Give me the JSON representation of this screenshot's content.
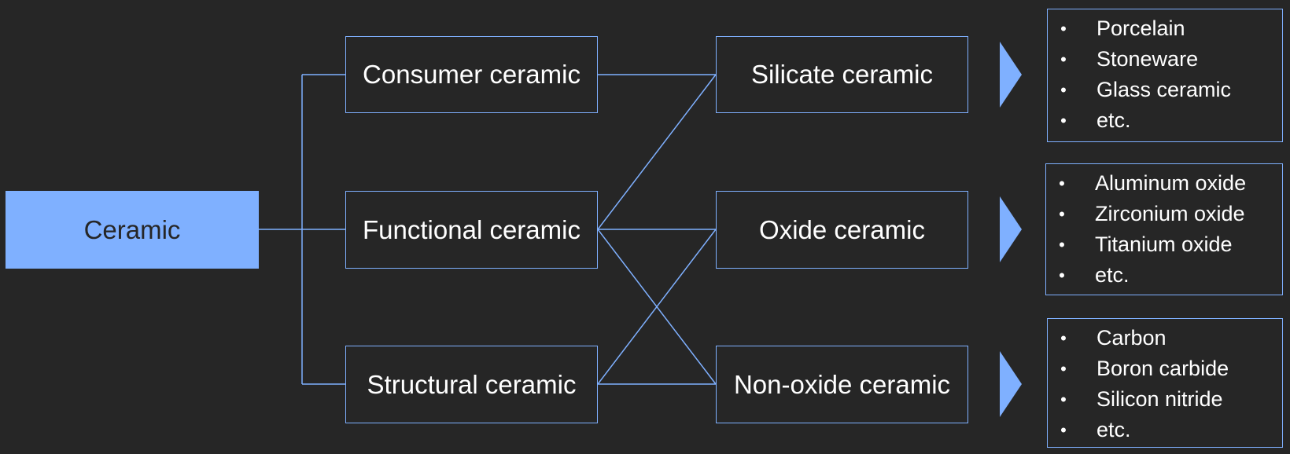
{
  "colors": {
    "background": "#262626",
    "accent": "#7fb0ff",
    "text": "#ffffff",
    "root_text": "#262626"
  },
  "root": {
    "label": "Ceramic"
  },
  "categories": [
    {
      "label": "Consumer ceramic"
    },
    {
      "label": "Functional ceramic"
    },
    {
      "label": "Structural ceramic"
    }
  ],
  "types": [
    {
      "label": "Silicate ceramic"
    },
    {
      "label": "Oxide ceramic"
    },
    {
      "label": "Non-oxide ceramic"
    }
  ],
  "examples": [
    {
      "items": [
        "Porcelain",
        "Stoneware",
        "Glass ceramic",
        "etc."
      ]
    },
    {
      "items": [
        "Aluminum oxide",
        "Zirconium oxide",
        "Titanium oxide",
        "etc."
      ]
    },
    {
      "items": [
        "Carbon",
        "Boron carbide",
        "Silicon nitride",
        "etc."
      ]
    }
  ],
  "bullet_char": "•"
}
